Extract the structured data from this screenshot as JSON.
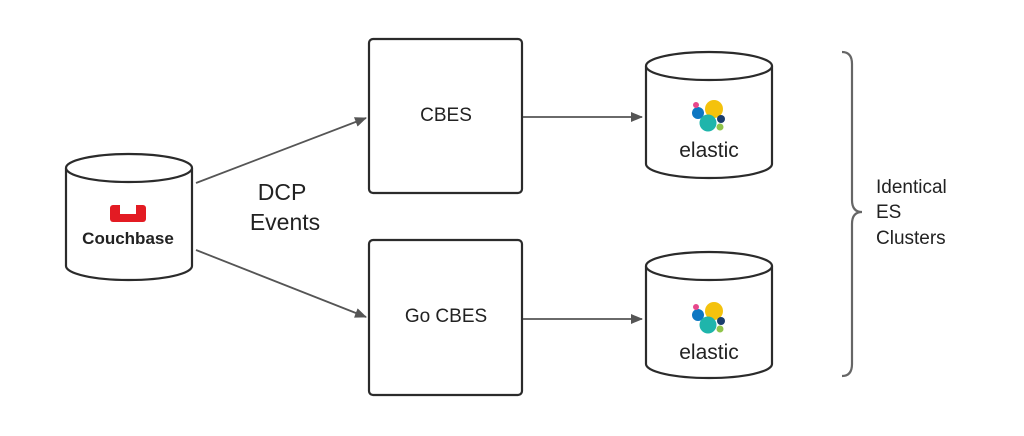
{
  "nodes": {
    "source": {
      "label": "Couchbase",
      "logo_color": "#e31b23"
    },
    "cbes": {
      "label": "CBES"
    },
    "go_cbes": {
      "label": "Go CBES"
    },
    "elastic_top": {
      "label": "elastic"
    },
    "elastic_bottom": {
      "label": "elastic"
    }
  },
  "edge_label": {
    "line1": "DCP",
    "line2": "Events"
  },
  "group_label": {
    "line1": "Identical",
    "line2": "ES",
    "line3": "Clusters"
  },
  "colors": {
    "stroke": "#2b2b2b",
    "arrow": "#555555",
    "brace": "#666666",
    "elastic_yellow": "#f4c20d",
    "elastic_teal": "#1fb5ab",
    "elastic_blue": "#0d77c2",
    "elastic_pink": "#e8478b",
    "elastic_green": "#90c44a",
    "elastic_navy": "#1a3d6d"
  }
}
